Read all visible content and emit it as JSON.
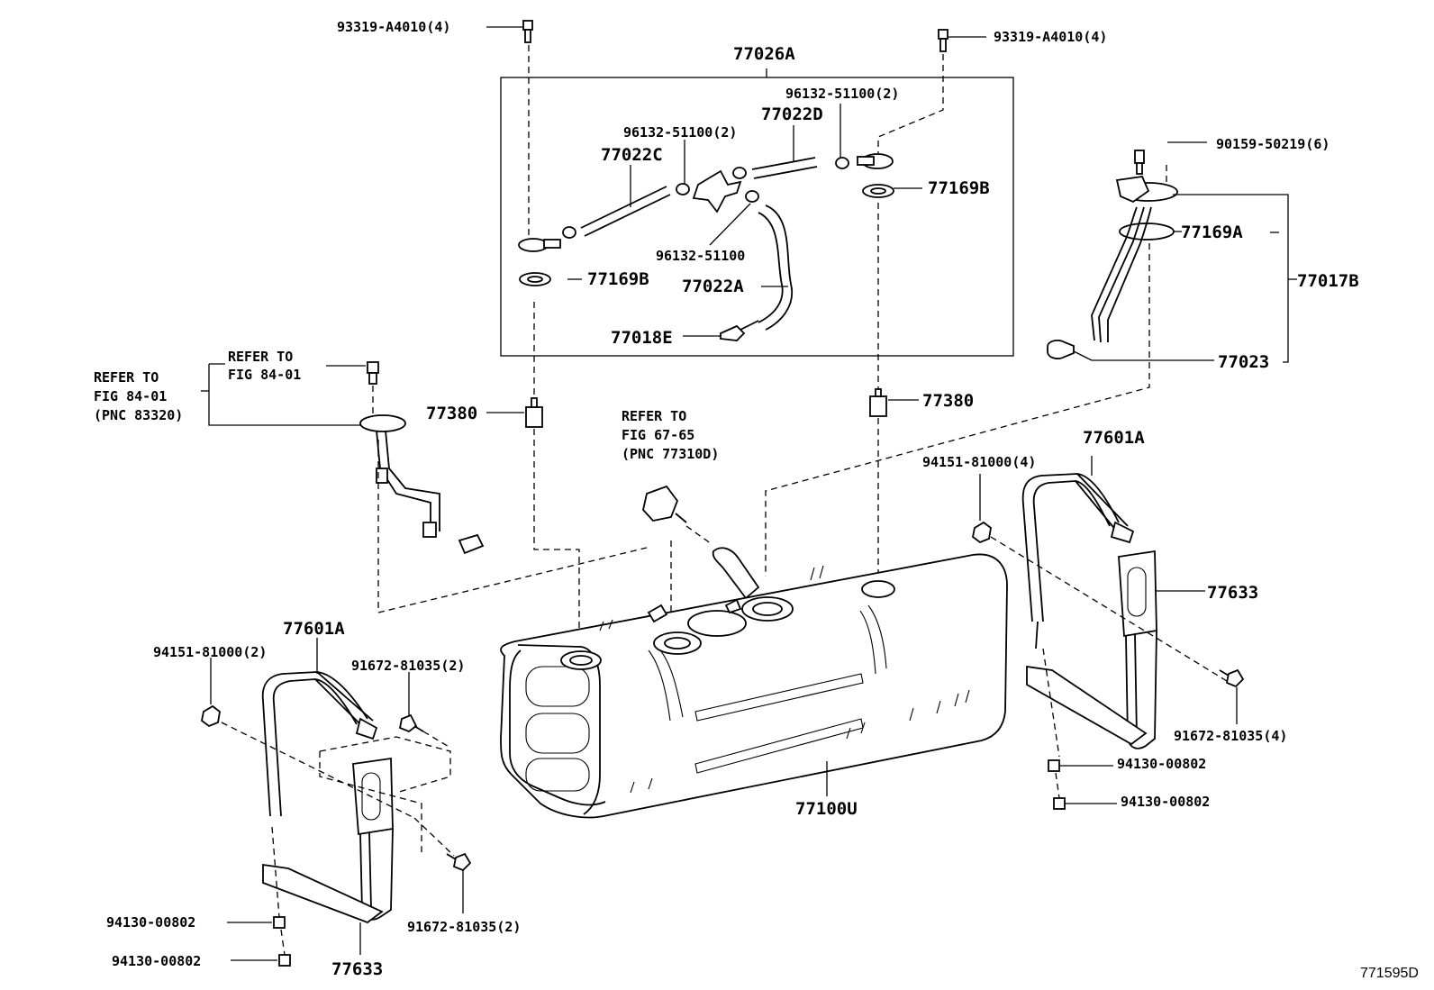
{
  "diagram_id": "771595D",
  "labels": {
    "bolt_top_left": "93319-A4010(4)",
    "bolt_top_right": "93319-A4010(4)",
    "box_title": "77026A",
    "clip_d": "96132-51100(2)",
    "hose_d": "77022D",
    "clip_c": "96132-51100(2)",
    "hose_c": "77022C",
    "gasket_b_right": "77169B",
    "clip_single": "96132-51100",
    "gasket_b_left": "77169B",
    "hose_a": "77022A",
    "vent_e": "77018E",
    "screw_gauge": "90159-50219(6)",
    "gasket_a": "77169A",
    "pump_assy": "77017B",
    "filter": "77023",
    "valve_left": "77380",
    "valve_right": "77380",
    "tank": "77100U",
    "band_right": "77601A",
    "band_left": "77601A",
    "cushion_right": "94151-81000(4)",
    "cushion_left": "94151-81000(2)",
    "bracket_right": "77633",
    "bracket_left": "77633",
    "bolt_right": "91672-81035(4)",
    "bolt_left_upper": "91672-81035(2)",
    "bolt_left_lower": "91672-81035(2)",
    "nut_right_1": "94130-00802",
    "nut_right_2": "94130-00802",
    "nut_left_1": "94130-00802",
    "nut_left_2": "94130-00802"
  },
  "refs": {
    "gauge": {
      "a1": "REFER TO",
      "a2": "FIG 84-01",
      "b1": "REFER TO",
      "b2": "FIG 84-01",
      "b3": "(PNC 83320)"
    },
    "filler": {
      "l1": "REFER TO",
      "l2": "FIG 67-65",
      "l3": "(PNC 77310D)"
    }
  }
}
